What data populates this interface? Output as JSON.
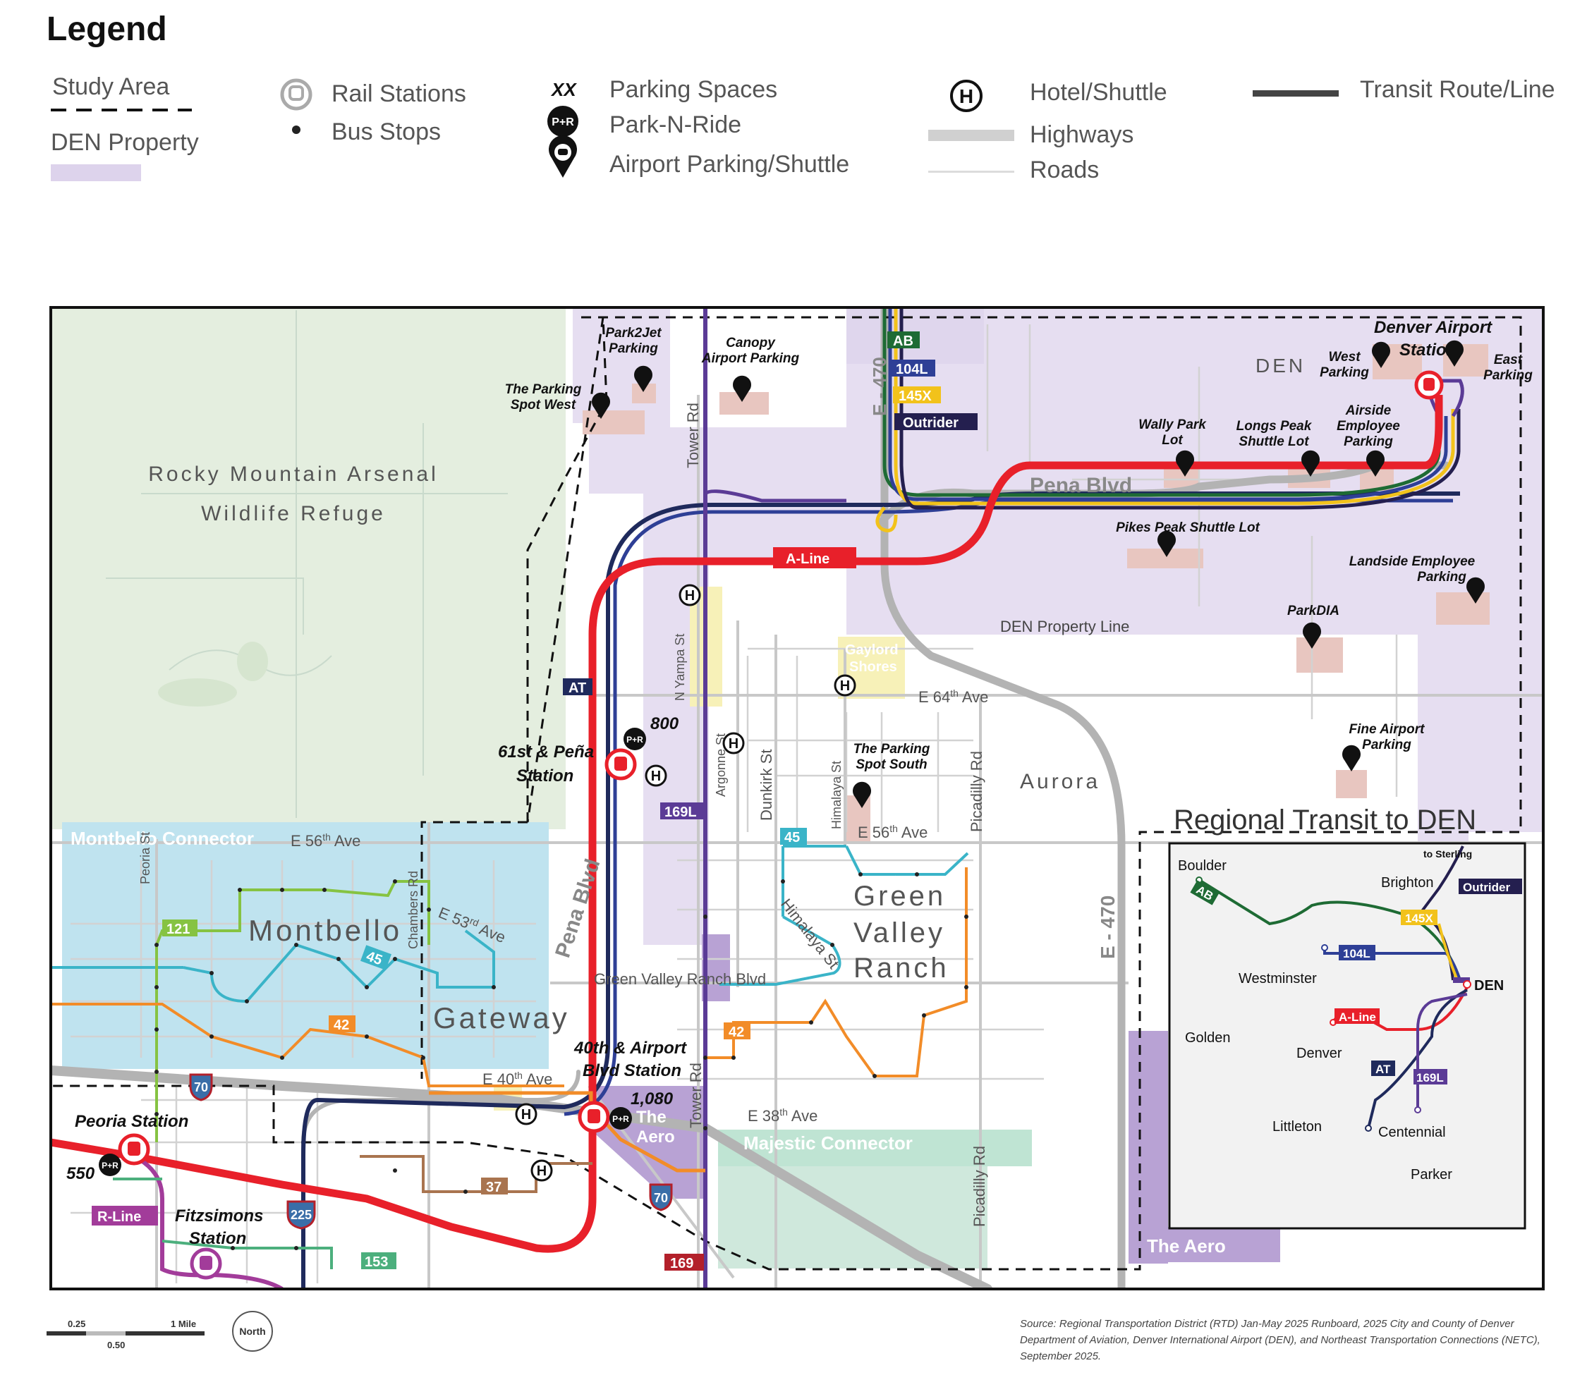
{
  "legend": {
    "title": "Legend",
    "study_area": "Study Area",
    "den_property": "DEN Property",
    "rail_stations": "Rail Stations",
    "bus_stops": "Bus Stops",
    "parking_symbol": "XX",
    "parking_spaces": "Parking Spaces",
    "park_n_ride_symbol": "P+R",
    "park_n_ride": "Park-N-Ride",
    "airport_parking": "Airport Parking/Shuttle",
    "hotel_symbol": "H",
    "hotel_shuttle": "Hotel/Shuttle",
    "highways": "Highways",
    "roads": "Roads",
    "transit_route": "Transit Route/Line"
  },
  "colors": {
    "a_line": "#e8202a",
    "at": "#1f2a5c",
    "ab": "#1e6b34",
    "l104": "#2e3f96",
    "x145": "#f2c21b",
    "outrider": "#241f4f",
    "l169": "#5b3b96",
    "r42": "#f28c28",
    "r45": "#3ab4c8",
    "r121": "#86c342",
    "r37": "#a9744f",
    "r153": "#4caf7d",
    "r_line": "#a23c9a",
    "den_property": "#ddd3ec",
    "refuge": "#e4eedf",
    "montbello": "#bfe3ef",
    "majestic": "#bfe4d3",
    "aero": "#b8a2d4",
    "gaylord": "#f7f1b8"
  },
  "map": {
    "refuge": [
      "Rocky Mountain Arsenal",
      "Wildlife Refuge"
    ],
    "den": "DEN",
    "aurora": "Aurora",
    "den_property_line": "DEN Property Line",
    "pena_blvd_east": "Pena Blvd",
    "pena_blvd": "Pena Blvd",
    "montbello": "Montbello",
    "gateway": "Gateway",
    "green_valley_ranch": [
      "Green",
      "Valley",
      "Ranch"
    ],
    "montbello_connector": "Montbello Connector",
    "majestic_connector": "Majestic Connector",
    "the_aero_small": [
      "The",
      "Aero"
    ],
    "the_aero_large": "The Aero",
    "gaylord_shores": [
      "Gaylord",
      "Shores"
    ],
    "e470": "E - 470",
    "roads": {
      "e56": "E 56",
      "e56_sup": "th",
      "e56_suffix": " Ave",
      "e64": "E 64",
      "e64_sup": "th",
      "e64_suffix": " Ave",
      "e40": "E 40",
      "e40_sup": "th",
      "e40_suffix": " Ave",
      "e38": "E 38",
      "e38_sup": "th",
      "e38_suffix": " Ave",
      "e53": "E 53",
      "e53_sup": "rd",
      "e53_suffix": " Ave",
      "tower_rd": "Tower Rd",
      "n_yampa": "N Yampa St",
      "argonne": "Argonne St",
      "dunkirk": "Dunkirk St",
      "himalaya": "Himalaya St",
      "himalaya_diag": "Himalaya St",
      "picadilly": "Picadilly Rd",
      "peoria": "Peoria St",
      "chambers": "Chambers Rd",
      "green_valley_ranch_blvd": "Green Valley Ranch Blvd"
    },
    "highways": {
      "i70": "70",
      "i225": "225"
    },
    "routes": {
      "ab": "AB",
      "l104": "104L",
      "x145": "145X",
      "outrider": "Outrider",
      "a_line": "A-Line",
      "at": "AT",
      "l169": "169L",
      "r45": "45",
      "r121": "121",
      "r42": "42",
      "r37": "37",
      "r153": "153",
      "r169": "169",
      "r_line": "R-Line"
    },
    "stations": {
      "den_airport": [
        "Denver Airport",
        "Station"
      ],
      "sixty_first": [
        "61st & Peña",
        "Station"
      ],
      "fortieth": [
        "40th & Airport",
        "Blvd Station"
      ],
      "peoria": "Peoria Station",
      "fitzsimons": [
        "Fitzsimons",
        "Station"
      ]
    },
    "park_n_ride": {
      "pr800": "800",
      "pr1080": "1,080",
      "pr550": "550"
    },
    "parking": {
      "park2jet": [
        "Park2Jet",
        "Parking"
      ],
      "canopy": [
        "Canopy",
        "Airport Parking"
      ],
      "parking_spot_west": [
        "The Parking",
        "Spot West"
      ],
      "west_parking": [
        "West",
        "Parking"
      ],
      "east_parking": [
        "East",
        "Parking"
      ],
      "wally_park": [
        "Wally Park",
        "Lot"
      ],
      "longs_peak": [
        "Longs Peak",
        "Shuttle Lot"
      ],
      "airside": [
        "Airside",
        "Employee",
        "Parking"
      ],
      "pikes_peak": "Pikes Peak Shuttle Lot",
      "landside": [
        "Landside Employee",
        "Parking"
      ],
      "parkdia": "ParkDIA",
      "fine_airport": [
        "Fine Airport",
        "Parking"
      ],
      "parking_spot_south": [
        "The Parking",
        "Spot South"
      ]
    }
  },
  "inset": {
    "title": "Regional Transit to DEN",
    "to_sterling": "to Sterling",
    "cities": {
      "boulder": "Boulder",
      "brighton": "Brighton",
      "westminster": "Westminster",
      "golden": "Golden",
      "denver": "Denver",
      "littleton": "Littleton",
      "centennial": "Centennial",
      "parker": "Parker",
      "den": "DEN"
    },
    "routes": {
      "ab": "AB",
      "outrider": "Outrider",
      "x145": "145X",
      "l104": "104L",
      "a_line": "A-Line",
      "at": "AT",
      "l169": "169L"
    }
  },
  "scale": {
    "q": "0.25",
    "half": "0.50",
    "one": "1 Mile",
    "north": "North"
  },
  "source": "Source: Regional Transportation District (RTD) Jan-May 2025 Runboard, 2025 City and County of Denver Department of Aviation, Denver International Airport (DEN), and Northeast Transportation Connections (NETC), September 2025."
}
